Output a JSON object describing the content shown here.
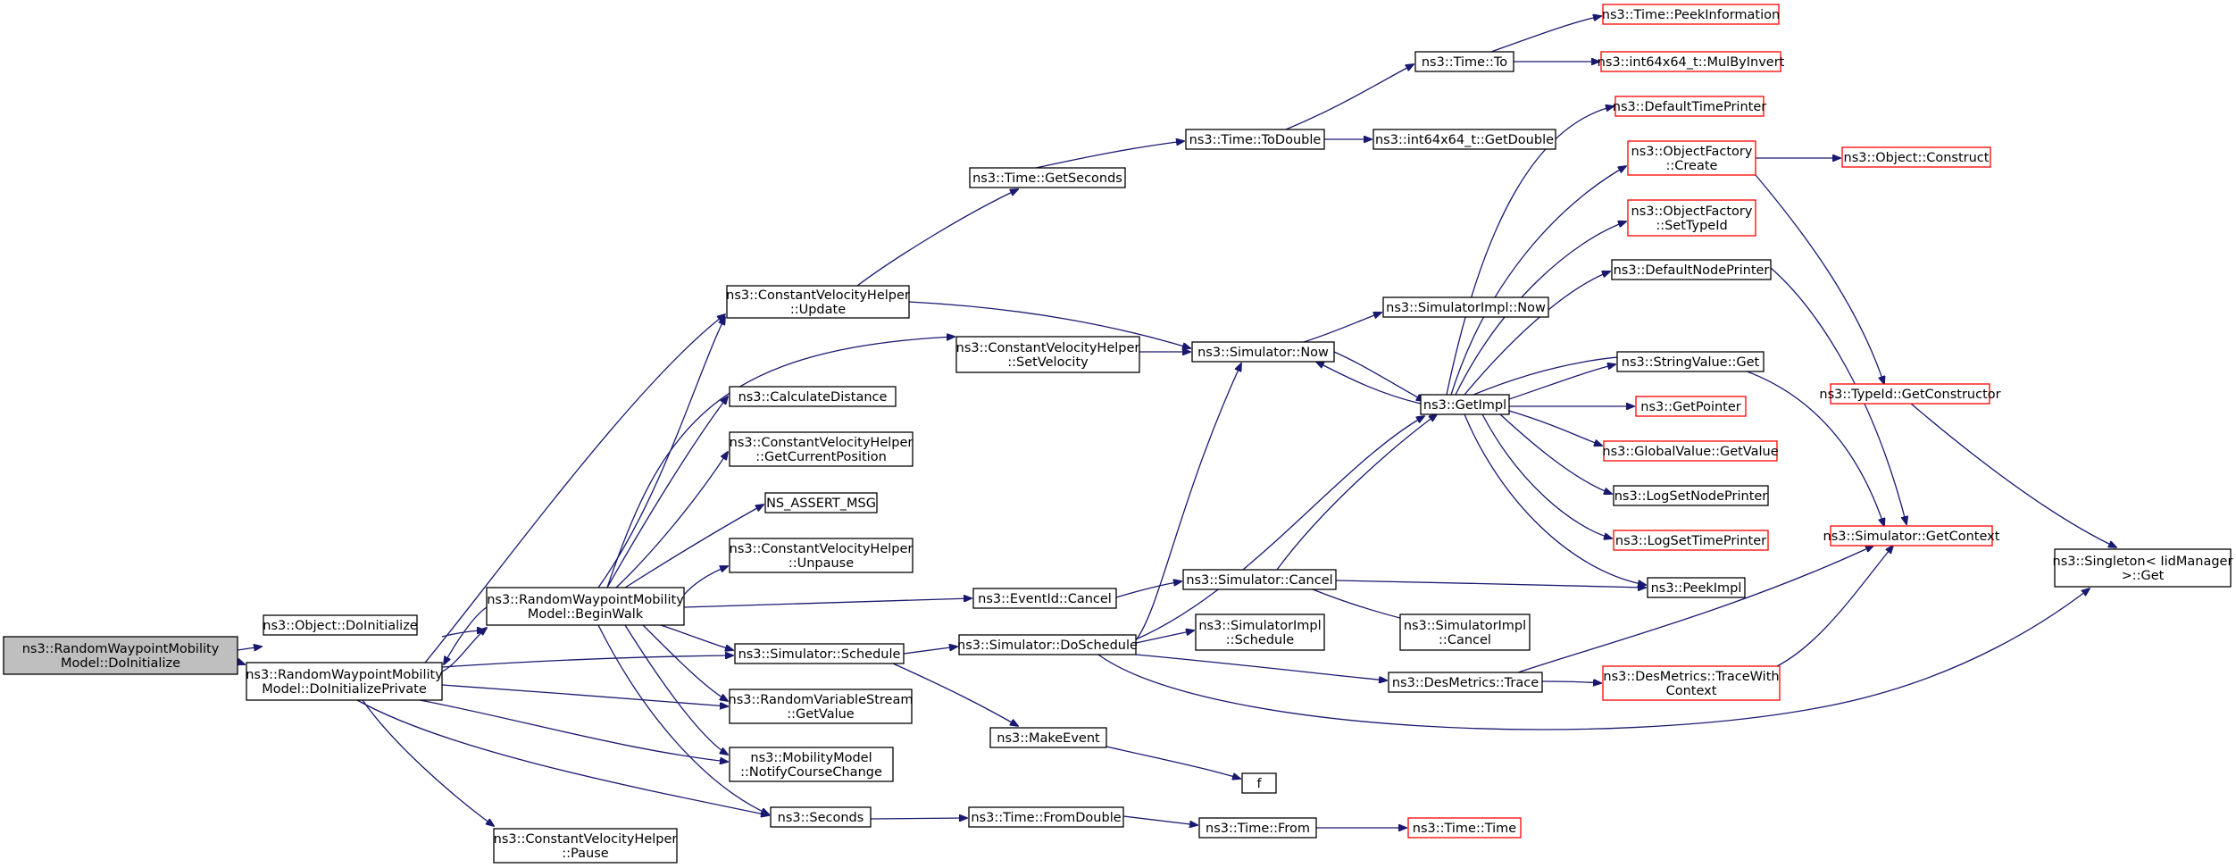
{
  "graph": {
    "colors": {
      "edge": "#191970",
      "root_fill": "#bfbfbf",
      "node_fill": "#ffffff",
      "node_border": "#000000",
      "external_border": "#ff0000"
    },
    "nodes": [
      {
        "id": "n0",
        "kind": "root",
        "lines": [
          "ns3::RandomWaypointMobility",
          "Model::DoInitialize"
        ]
      },
      {
        "id": "n1",
        "kind": "normal",
        "lines": [
          "ns3::Object::DoInitialize"
        ]
      },
      {
        "id": "n2",
        "kind": "normal",
        "lines": [
          "ns3::RandomWaypointMobility",
          "Model::DoInitializePrivate"
        ]
      },
      {
        "id": "n3",
        "kind": "normal",
        "lines": [
          "ns3::RandomWaypointMobility",
          "Model::BeginWalk"
        ]
      },
      {
        "id": "n4",
        "kind": "normal",
        "lines": [
          "ns3::ConstantVelocityHelper",
          "::Pause"
        ]
      },
      {
        "id": "n5",
        "kind": "normal",
        "lines": [
          "ns3::ConstantVelocityHelper",
          "::Update"
        ]
      },
      {
        "id": "n6",
        "kind": "normal",
        "lines": [
          "ns3::CalculateDistance"
        ]
      },
      {
        "id": "n7",
        "kind": "normal",
        "lines": [
          "ns3::ConstantVelocityHelper",
          "::GetCurrentPosition"
        ]
      },
      {
        "id": "n8",
        "kind": "normal",
        "lines": [
          "NS_ASSERT_MSG"
        ]
      },
      {
        "id": "n9",
        "kind": "normal",
        "lines": [
          "ns3::ConstantVelocityHelper",
          "::Unpause"
        ]
      },
      {
        "id": "n10",
        "kind": "normal",
        "lines": [
          "ns3::Simulator::Schedule"
        ]
      },
      {
        "id": "n11",
        "kind": "normal",
        "lines": [
          "ns3::RandomVariableStream",
          "::GetValue"
        ]
      },
      {
        "id": "n12",
        "kind": "normal",
        "lines": [
          "ns3::MobilityModel",
          "::NotifyCourseChange"
        ]
      },
      {
        "id": "n13",
        "kind": "normal",
        "lines": [
          "ns3::Seconds"
        ]
      },
      {
        "id": "n14",
        "kind": "normal",
        "lines": [
          "ns3::Time::GetSeconds"
        ]
      },
      {
        "id": "n15",
        "kind": "normal",
        "lines": [
          "ns3::ConstantVelocityHelper",
          "::SetVelocity"
        ]
      },
      {
        "id": "n16",
        "kind": "normal",
        "lines": [
          "ns3::EventId::Cancel"
        ]
      },
      {
        "id": "n17",
        "kind": "normal",
        "lines": [
          "ns3::Simulator::DoSchedule"
        ]
      },
      {
        "id": "n18",
        "kind": "normal",
        "lines": [
          "ns3::MakeEvent"
        ]
      },
      {
        "id": "n19",
        "kind": "normal",
        "lines": [
          "ns3::Time::FromDouble"
        ]
      },
      {
        "id": "n20",
        "kind": "normal",
        "lines": [
          "ns3::Time::ToDouble"
        ]
      },
      {
        "id": "n21",
        "kind": "normal",
        "lines": [
          "ns3::Simulator::Now"
        ]
      },
      {
        "id": "n22",
        "kind": "normal",
        "lines": [
          "ns3::Simulator::Cancel"
        ]
      },
      {
        "id": "n23",
        "kind": "normal",
        "lines": [
          "ns3::SimulatorImpl",
          "::Schedule"
        ]
      },
      {
        "id": "n24",
        "kind": "normal",
        "lines": [
          "f"
        ]
      },
      {
        "id": "n25",
        "kind": "normal",
        "lines": [
          "ns3::Time::From"
        ]
      },
      {
        "id": "n26",
        "kind": "normal",
        "lines": [
          "ns3::Time::To"
        ]
      },
      {
        "id": "n27",
        "kind": "normal",
        "lines": [
          "ns3::int64x64_t::GetDouble"
        ]
      },
      {
        "id": "n28",
        "kind": "normal",
        "lines": [
          "ns3::SimulatorImpl::Now"
        ]
      },
      {
        "id": "n29",
        "kind": "normal",
        "lines": [
          "ns3::GetImpl"
        ]
      },
      {
        "id": "n30",
        "kind": "normal",
        "lines": [
          "ns3::SimulatorImpl",
          "::Cancel"
        ]
      },
      {
        "id": "n31",
        "kind": "normal",
        "lines": [
          "ns3::DesMetrics::Trace"
        ]
      },
      {
        "id": "n32",
        "kind": "external",
        "lines": [
          "ns3::Time::Time"
        ]
      },
      {
        "id": "n33",
        "kind": "external",
        "lines": [
          "ns3::Time::PeekInformation"
        ]
      },
      {
        "id": "n34",
        "kind": "external",
        "lines": [
          "ns3::int64x64_t::MulByInvert"
        ]
      },
      {
        "id": "n35",
        "kind": "external",
        "lines": [
          "ns3::DefaultTimePrinter"
        ]
      },
      {
        "id": "n36",
        "kind": "external",
        "lines": [
          "ns3::ObjectFactory",
          "::Create"
        ]
      },
      {
        "id": "n37",
        "kind": "external",
        "lines": [
          "ns3::ObjectFactory",
          "::SetTypeId"
        ]
      },
      {
        "id": "n38",
        "kind": "normal",
        "lines": [
          "ns3::DefaultNodePrinter"
        ]
      },
      {
        "id": "n39",
        "kind": "normal",
        "lines": [
          "ns3::StringValue::Get"
        ]
      },
      {
        "id": "n40",
        "kind": "external",
        "lines": [
          "ns3::GetPointer"
        ]
      },
      {
        "id": "n41",
        "kind": "external",
        "lines": [
          "ns3::GlobalValue::GetValue"
        ]
      },
      {
        "id": "n42",
        "kind": "normal",
        "lines": [
          "ns3::LogSetNodePrinter"
        ]
      },
      {
        "id": "n43",
        "kind": "external",
        "lines": [
          "ns3::LogSetTimePrinter"
        ]
      },
      {
        "id": "n44",
        "kind": "normal",
        "lines": [
          "ns3::PeekImpl"
        ]
      },
      {
        "id": "n45",
        "kind": "external",
        "lines": [
          "ns3::DesMetrics::TraceWith",
          "Context"
        ]
      },
      {
        "id": "n46",
        "kind": "external",
        "lines": [
          "ns3::Object::Construct"
        ]
      },
      {
        "id": "n47",
        "kind": "external",
        "lines": [
          "ns3::TypeId::GetConstructor"
        ]
      },
      {
        "id": "n48",
        "kind": "external",
        "lines": [
          "ns3::Simulator::GetContext"
        ]
      },
      {
        "id": "n49",
        "kind": "normal",
        "lines": [
          "ns3::Singleton< IidManager",
          ">::Get"
        ]
      }
    ]
  }
}
